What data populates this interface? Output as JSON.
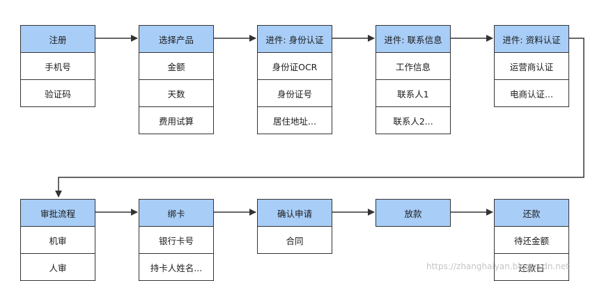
{
  "stages": [
    {
      "name": "stage-register",
      "title": "注册",
      "items": [
        "手机号",
        "验证码"
      ]
    },
    {
      "name": "stage-select-product",
      "title": "选择产品",
      "items": [
        "金额",
        "天数",
        "费用试算"
      ]
    },
    {
      "name": "stage-identity",
      "title": "进件: 身份认证",
      "items": [
        "身份证OCR",
        "身份证号",
        "居住地址..."
      ]
    },
    {
      "name": "stage-contacts",
      "title": "进件: 联系信息",
      "items": [
        "工作信息",
        "联系人1",
        "联系人2..."
      ]
    },
    {
      "name": "stage-credentials",
      "title": "进件: 资料认证",
      "items": [
        "运营商认证",
        "电商认证..."
      ]
    },
    {
      "name": "stage-approval",
      "title": "审批流程",
      "items": [
        "机审",
        "人审"
      ]
    },
    {
      "name": "stage-bind-card",
      "title": "绑卡",
      "items": [
        "银行卡号",
        "持卡人姓名..."
      ]
    },
    {
      "name": "stage-confirm",
      "title": "确认申请",
      "items": [
        "合同"
      ]
    },
    {
      "name": "stage-disburse",
      "title": "放款",
      "items": []
    },
    {
      "name": "stage-repay",
      "title": "还款",
      "items": [
        "待还金额",
        "还款日"
      ]
    }
  ],
  "colors": {
    "header": "#a8cdf7",
    "border": "#333333",
    "arrow": "#333333"
  },
  "watermark": "https://zhanghaiyan.blog.csdn.net"
}
